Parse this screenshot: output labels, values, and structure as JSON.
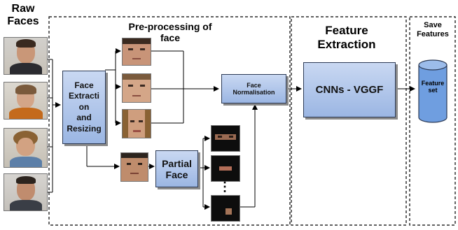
{
  "raw_faces_title": "Raw\nFaces",
  "sections": {
    "preprocessing": "Pre-processing of\nface",
    "feature_extraction": "Feature\nExtraction",
    "save_features": "Save\nFeatures"
  },
  "boxes": {
    "face_extraction": "Face\nExtracti\non\nand\nResizing",
    "face_normalisation": "Face\nNormalisation",
    "partial_face": "Partial\nFace",
    "cnn": "CNNs - VGGF",
    "feature_set": "Feature\nset"
  },
  "ellipsis": "⋮",
  "colors": {
    "box_fill_top": "#c9d8f2",
    "box_fill_bottom": "#9bb6e3",
    "cylinder": "#6f9ee0",
    "box_border": "#2c3a55"
  }
}
